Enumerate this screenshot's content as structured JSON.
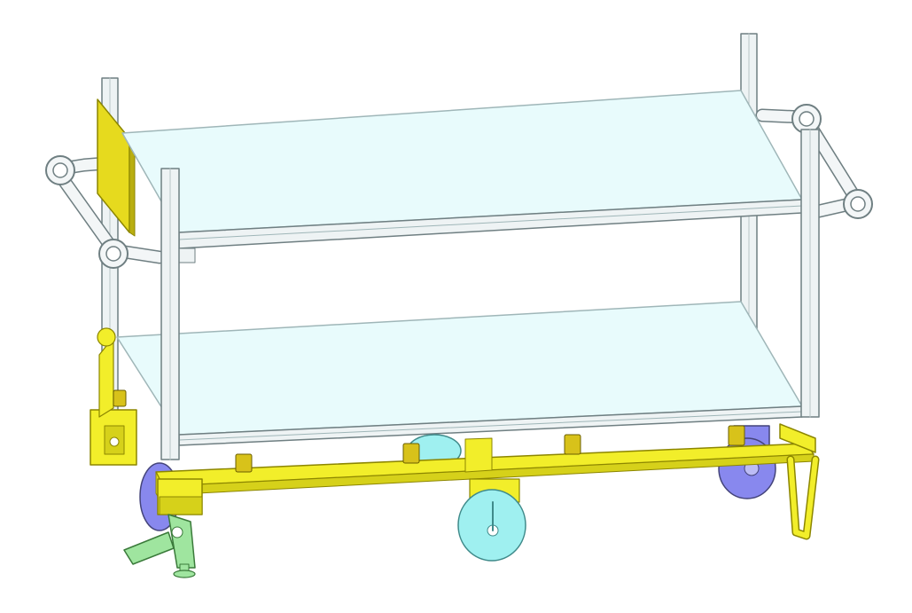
{
  "image": {
    "subject": "",
    "colors": {
      "background": "#ffffff",
      "shelf": "#e8fbfc",
      "shelf_edge": "#9fb6b8",
      "post": "#eef3f4",
      "post_edge": "#6f7f82",
      "frame": "#f2ee2a",
      "frame_edge": "#8c8600",
      "panel": "#e6da1e",
      "wheel_blue": "#8888ee",
      "wheel_cyan": "#9ff0f0",
      "brake_green": "#9fe59f",
      "handle": "#f3f6f7",
      "spring": "#d8c21a"
    },
    "parts": [
      "upper-shelf",
      "lower-shelf",
      "corner-posts",
      "side-handles",
      "yellow-base-frame",
      "caster-wheels",
      "foot-brake",
      "tow-bar",
      "side-panel"
    ]
  }
}
